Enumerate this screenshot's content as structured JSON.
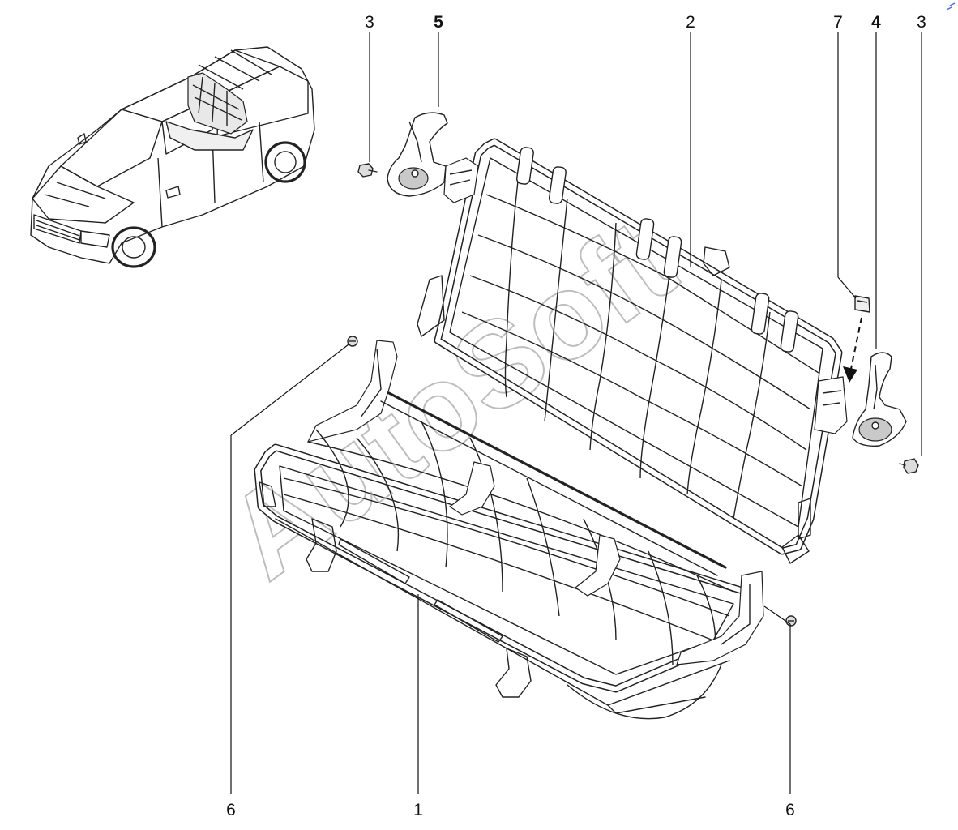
{
  "watermark": "AutoSoft",
  "callouts": [
    {
      "id": "c3a",
      "number": "3",
      "bold": false
    },
    {
      "id": "c5",
      "number": "5",
      "bold": true
    },
    {
      "id": "c2",
      "number": "2",
      "bold": false
    },
    {
      "id": "c7",
      "number": "7",
      "bold": false
    },
    {
      "id": "c4",
      "number": "4",
      "bold": true
    },
    {
      "id": "c3b",
      "number": "3",
      "bold": false
    },
    {
      "id": "c6a",
      "number": "6",
      "bold": false
    },
    {
      "id": "c1",
      "number": "1",
      "bold": false
    },
    {
      "id": "c6b",
      "number": "6",
      "bold": false
    }
  ]
}
